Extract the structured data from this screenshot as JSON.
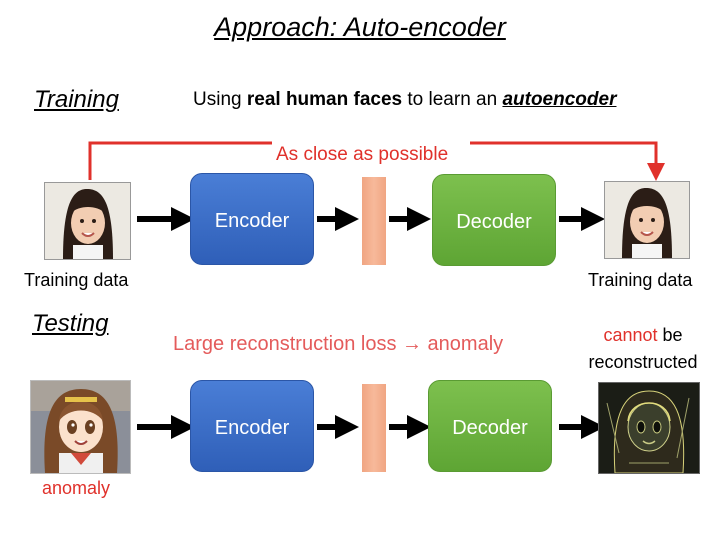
{
  "title": "Approach: Auto-encoder",
  "training": {
    "label": "Training",
    "description_parts": [
      "Using ",
      "real human faces",
      " to learn an ",
      "autoencoder"
    ],
    "close_label": "As close as possible",
    "encoder_label": "Encoder",
    "decoder_label": "Decoder",
    "input_caption": "Training data",
    "output_caption": "Training data"
  },
  "testing": {
    "label": "Testing",
    "loss_label": "Large reconstruction loss → anomaly",
    "encoder_label": "Encoder",
    "decoder_label": "Decoder",
    "input_caption": "anomaly",
    "cannot_word": "cannot",
    "cannot_rest": " be",
    "reconstructed_word": "reconstructed"
  },
  "colors": {
    "encoder": "#3568c4",
    "decoder": "#6ab23e",
    "code": "#f4ab8a",
    "accent_red": "#e0312b"
  }
}
